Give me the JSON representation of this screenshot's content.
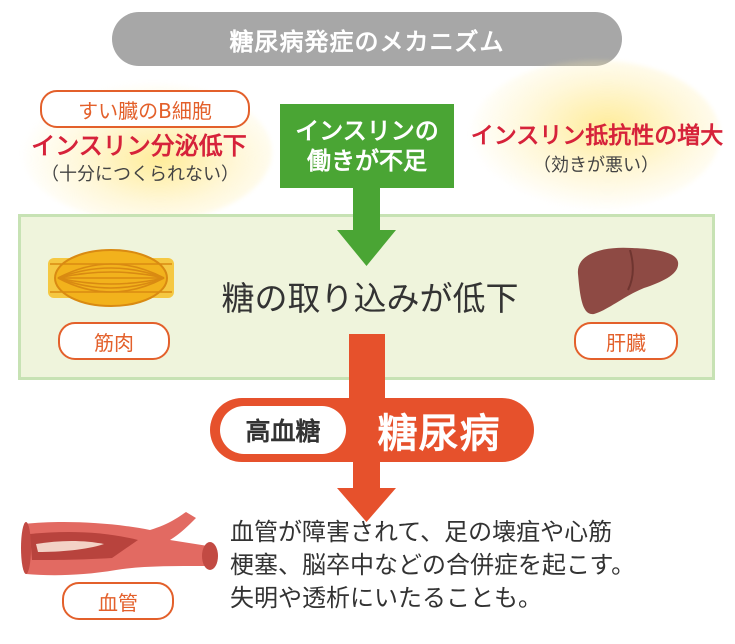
{
  "title": "糖尿病発症のメカニズム",
  "left_cause": {
    "organ_label": "すい臓のB細胞",
    "main": "インスリン分泌低下",
    "sub": "（十分につくられない）"
  },
  "right_cause": {
    "main": "インスリン抵抗性の増大",
    "sub": "（効きが悪い）"
  },
  "center_box": {
    "line1": "インスリンの",
    "line2": "働きが不足"
  },
  "uptake": {
    "text": "糖の取り込みが低下",
    "muscle_label": "筋肉",
    "liver_label": "肝臓"
  },
  "diagnosis": {
    "hyperglycemia": "高血糖",
    "diabetes": "糖尿病"
  },
  "complication": {
    "vessel_label": "血管",
    "lines": [
      "血管が障害されて、足の壊疽や心筋",
      "梗塞、脳卒中などの合併症を起こす。",
      "失明や透析にいたることも。"
    ]
  },
  "colors": {
    "title_bg": "#a7a7a7",
    "green_box": "#4aa534",
    "band_bg": "#eff4dc",
    "band_border": "#c7e2b4",
    "orange": "#e6512c",
    "red_text": "#d6223a",
    "liver": "#8e4a44",
    "vessel": "#e26a62"
  },
  "icons": [
    "muscle-icon",
    "liver-icon",
    "blood-vessel-icon",
    "down-arrow-icon"
  ]
}
